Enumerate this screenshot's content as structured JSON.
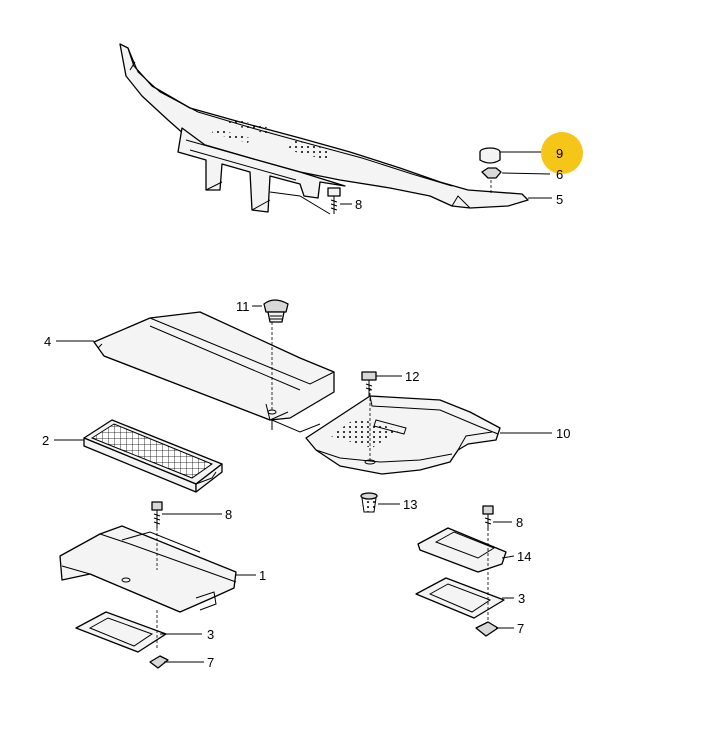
{
  "diagram": {
    "highlight_color": "#f5c518",
    "highlighted_callout": "9",
    "callouts": {
      "c9": "9",
      "c6": "6",
      "c5": "5",
      "c8_top": "8",
      "c11": "11",
      "c4": "4",
      "c12": "12",
      "c10": "10",
      "c2": "2",
      "c13": "13",
      "c8_left": "8",
      "c8_right": "8",
      "c14": "14",
      "c1": "1",
      "c3_left": "3",
      "c3_right": "3",
      "c7_left": "7",
      "c7_right": "7"
    }
  }
}
